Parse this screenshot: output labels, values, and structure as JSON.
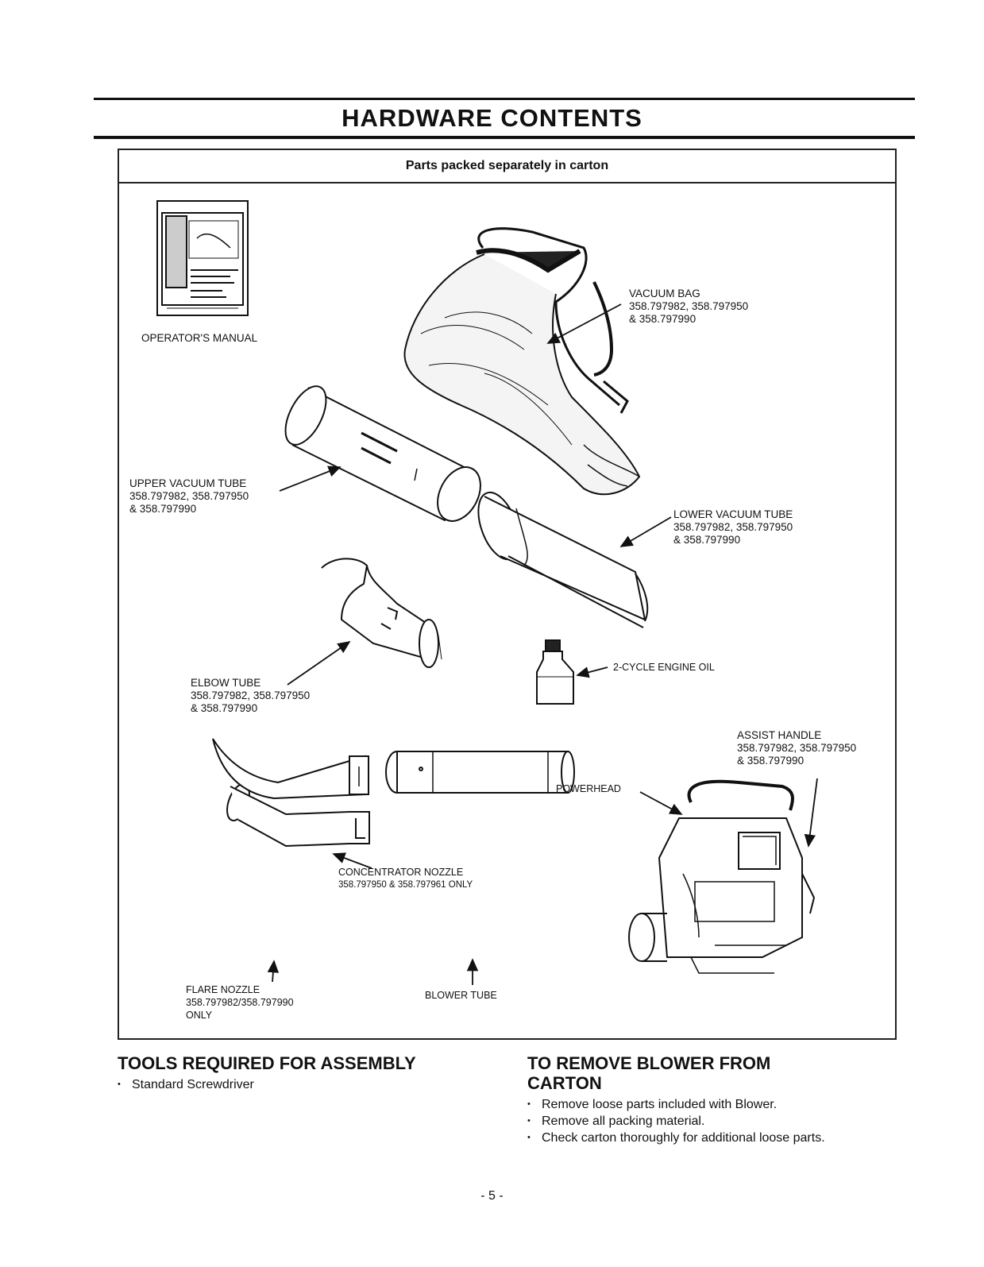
{
  "title": "HARDWARE CONTENTS",
  "box_header": "Parts packed separately in carton",
  "parts": {
    "operators_manual": [
      "OPERATOR'S MANUAL"
    ],
    "vacuum_bag": [
      "VACUUM BAG",
      "358.797982, 358.797950",
      "& 358.797990"
    ],
    "upper_vacuum_tube": [
      "UPPER VACUUM TUBE",
      "358.797982, 358.797950",
      "& 358.797990"
    ],
    "lower_vacuum_tube": [
      "LOWER VACUUM TUBE",
      "358.797982, 358.797950",
      "& 358.797990"
    ],
    "elbow_tube": [
      "ELBOW TUBE",
      "358.797982, 358.797950",
      "& 358.797990"
    ],
    "engine_oil": [
      "2-CYCLE ENGINE OIL"
    ],
    "assist_handle": [
      "ASSIST HANDLE",
      "358.797982, 358.797950",
      "& 358.797990"
    ],
    "powerhead": [
      "POWERHEAD"
    ],
    "concentrator_nozzle": [
      "CONCENTRATOR NOZZLE",
      "358.797950 & 358.797961 ONLY"
    ],
    "flare_nozzle": [
      "FLARE NOZZLE",
      "358.797982/358.797990",
      "ONLY"
    ],
    "blower_tube": [
      "BLOWER TUBE"
    ]
  },
  "tools": {
    "heading": "TOOLS REQUIRED FOR ASSEMBLY",
    "items": [
      "Standard Screwdriver"
    ]
  },
  "remove": {
    "heading_line1": "TO REMOVE BLOWER FROM",
    "heading_line2": "CARTON",
    "items": [
      "Remove loose parts included with Blower.",
      "Remove all packing material.",
      "Check carton thoroughly for additional loose parts."
    ]
  },
  "page_number": "- 5 -"
}
